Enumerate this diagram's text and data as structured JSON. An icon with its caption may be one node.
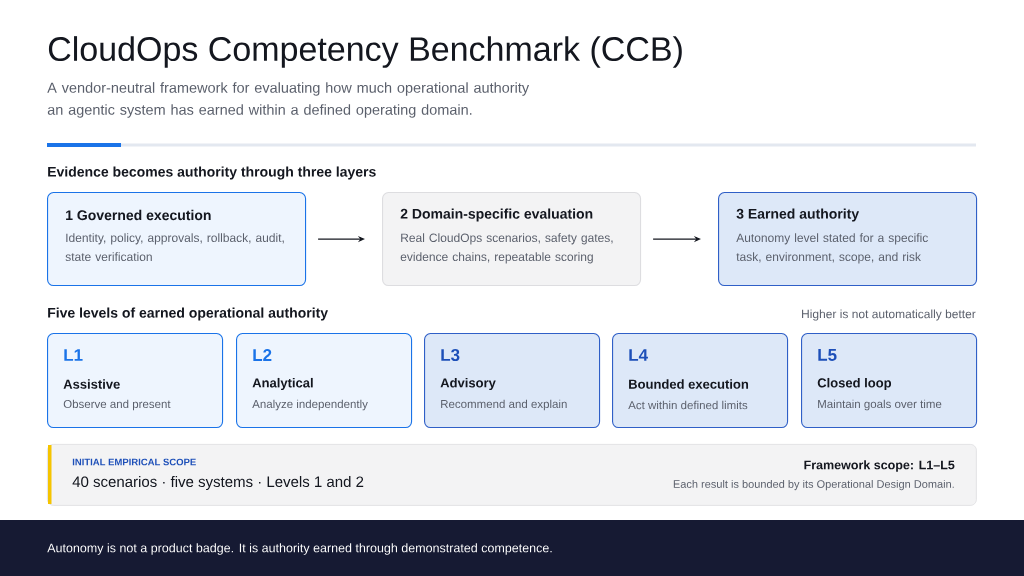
{
  "diagram": {
    "title": "CloudOps Competency Benchmark (CCB)",
    "nodes": [
      {
        "text": [
          "1 Governed execution",
          "Identity, policy, approvals, rollback, audit, state verification"
        ]
      },
      {
        "text": [
          "2 Domain-specific evaluation",
          "Real CloudOps scenarios, safety gates, evidence chains, repeatable scoring"
        ]
      },
      {
        "text": [
          "3 Earned authority",
          "Autonomy level stated for a specific task, environment, scope, and risk"
        ]
      },
      {
        "text": [
          "L1",
          "Assistive",
          "Observe and present"
        ]
      },
      {
        "text": [
          "L2",
          "Analytical",
          "Analyze independently"
        ]
      },
      {
        "text": [
          "L3",
          "Advisory",
          "Recommend and explain"
        ]
      },
      {
        "text": [
          "L4",
          "Bounded execution",
          "Act within defined limits"
        ]
      },
      {
        "text": [
          "L5",
          "Closed loop",
          "Maintain goals over time"
        ]
      },
      {
        "text": [
          "INITIAL EMPIRICAL SCOPE",
          "40 scenarios · five systems · Levels 1 and 2",
          "Framework scope: L1–L5",
          "Each result is bounded by its Operational Design Domain."
        ]
      }
    ],
    "edges": [
      {
        "from": 0,
        "to": 1,
        "arrow": "to"
      },
      {
        "from": 1,
        "to": 2,
        "arrow": "to"
      }
    ],
    "labels": [
      "A vendor-neutral framework for evaluating how much operational authority an agentic system has earned within a defined operating domain.",
      "Evidence becomes authority through three layers",
      "Five levels of earned operational authority",
      "Higher is not automatically better",
      "Autonomy is not a product badge. It is authority earned through demonstrated competence."
    ]
  }
}
